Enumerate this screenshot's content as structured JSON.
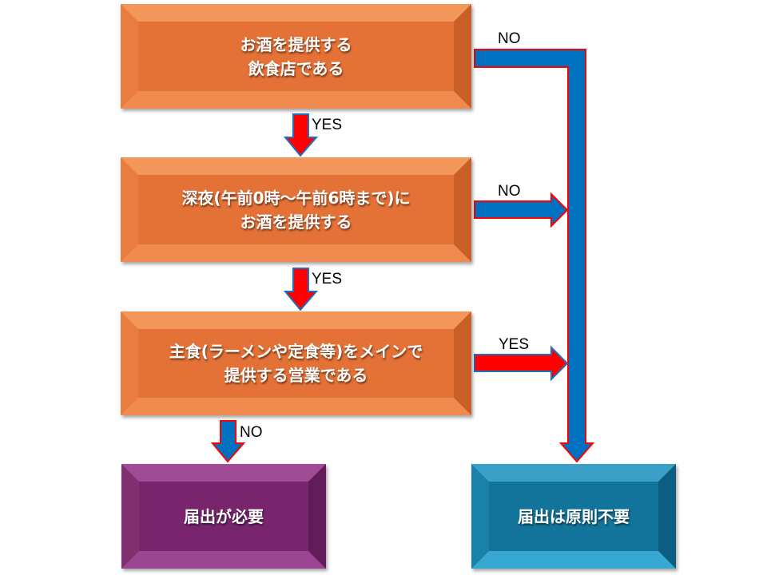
{
  "flowchart": {
    "decisions": [
      {
        "id": "q1",
        "text": "お酒を提供する\n飲食店である"
      },
      {
        "id": "q2",
        "text": "深夜(午前0時～午前6時まで)に\nお酒を提供する"
      },
      {
        "id": "q3",
        "text": "主食(ラーメンや定食等)をメインで\n提供する営業である"
      }
    ],
    "outcomes": {
      "required": {
        "text": "届出が必要",
        "color": "#79256e"
      },
      "not_required": {
        "text": "届出は原則不要",
        "color": "#13749b"
      }
    },
    "edge_labels": {
      "q1_no": "NO",
      "q1_yes": "YES",
      "q2_no": "NO",
      "q2_yes": "YES",
      "q3_yes": "YES",
      "q3_no": "NO"
    },
    "colors": {
      "decision_fill": "#e47136",
      "yes_arrow_fill": "#ff0000",
      "yes_arrow_outline": "#1f6fc0",
      "no_arrow_fill": "#0070c0",
      "no_arrow_outline": "#ff0000"
    }
  }
}
